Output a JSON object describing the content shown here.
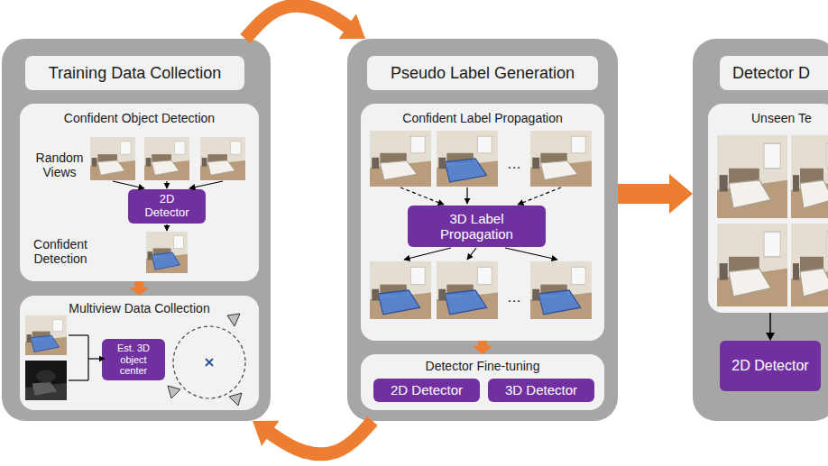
{
  "diagram": {
    "nodes": [
      {
        "text": [
          "Training Data Collection"
        ]
      },
      {
        "text": [
          "Confident Object Detection",
          "Random Views",
          "Confident Detection"
        ],
        "in": 0
      },
      {
        "text": [
          "2D Detector"
        ],
        "in": 1
      },
      {
        "text": [
          "Multiview Data Collection"
        ],
        "in": 0
      },
      {
        "text": [
          "Est. 3D object center"
        ],
        "in": 3
      },
      {
        "text": [
          "Pseudo Label Generation"
        ]
      },
      {
        "text": [
          "Confident Label Propagation",
          "…",
          "…"
        ],
        "in": 5
      },
      {
        "text": [
          "3D Label Propagation"
        ],
        "in": 6
      },
      {
        "text": [
          "Detector Fine-tuning"
        ],
        "in": 5
      },
      {
        "text": [
          "2D Detector"
        ],
        "in": 8
      },
      {
        "text": [
          "3D Detector"
        ],
        "in": 8
      },
      {
        "text": [
          "Detector D"
        ]
      },
      {
        "text": [
          "Unseen Te"
        ],
        "in": 11
      },
      {
        "text": [
          "2D Detector"
        ],
        "in": 11
      }
    ],
    "edges": [
      {
        "from": 0,
        "to": 5,
        "arrow": "to"
      },
      {
        "from": 5,
        "to": 0,
        "arrow": "to"
      },
      {
        "from": 5,
        "to": 11,
        "arrow": "to"
      },
      {
        "from": 1,
        "to": 3,
        "arrow": "to"
      },
      {
        "from": 6,
        "to": 8,
        "arrow": "to"
      },
      {
        "from": 12,
        "to": 13,
        "arrow": "to"
      }
    ]
  }
}
